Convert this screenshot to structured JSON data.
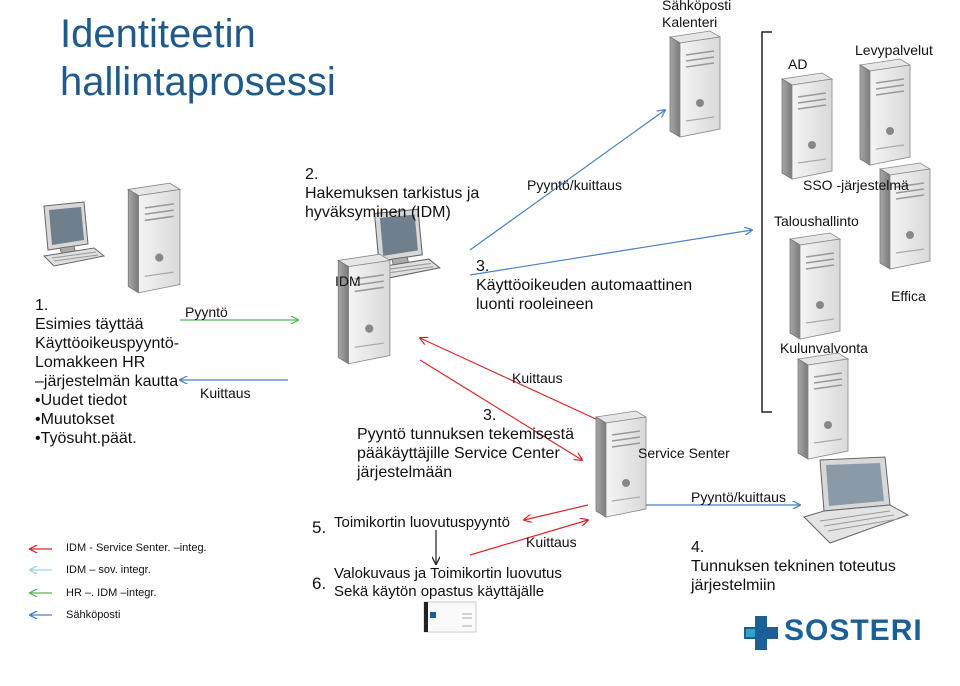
{
  "title": {
    "line1": "Identiteetin",
    "line2": "hallintaprosessi"
  },
  "top_right": {
    "email_line1": "Sähköposti",
    "email_line2": "Kalenteri",
    "ad": "AD",
    "levypalvelut": "Levypalvelut",
    "sso": "SSO -järjestelmä",
    "taloushallinto": "Taloushallinto",
    "effica": "Effica",
    "kulunvalvonta": "Kulunvalvonta"
  },
  "step1": {
    "number": "1.",
    "line1": "Esimies täyttää",
    "line2": "Käyttöoikeuspyyntö-",
    "line3": "Lomakkeen HR",
    "line4": "–järjestelmän kautta",
    "bullet1": "•Uudet tiedot",
    "bullet2": "•Muutokset",
    "bullet3": "•Työsuht.päät."
  },
  "pyynto": "Pyyntö",
  "kuittaus_left": "Kuittaus",
  "step2": {
    "number": "2.",
    "line1": "Hakemuksen tarkistus ja",
    "line2": "hyväksyminen (IDM)"
  },
  "pyynto_kuittaus_top": "Pyyntö/kuittaus",
  "idm": "IDM",
  "step3a": {
    "number": "3.",
    "line1": "Käyttöoikeuden automaattinen",
    "line2": "luonti rooleineen"
  },
  "kuittaus_mid": "Kuittaus",
  "step3b": {
    "number": "3.",
    "line1": "Pyyntö tunnuksen tekemisestä",
    "line2": "pääkäyttäjille Service Center",
    "line3": "järjestelmään"
  },
  "service_senter": "Service Senter",
  "pyynto_kuittaus_bottom": "Pyyntö/kuittaus",
  "legend": [
    {
      "label": "IDM - Service Senter. –integ.",
      "color": "#d6282b"
    },
    {
      "label": "IDM – sov. integr.",
      "color": "#9ed3e3"
    },
    {
      "label": "HR –. IDM –integr.",
      "color": "#5cb85c"
    },
    {
      "label": "Sähköposti",
      "color": "#4a7fc1"
    }
  ],
  "step5": {
    "number": "5.",
    "text": "Toimikortin luovutuspyyntö"
  },
  "kuittaus_bottom": "Kuittaus",
  "step6": {
    "number": "6.",
    "line1": "Valokuvaus ja Toimikortin luovutus",
    "line2": "Sekä käytön opastus käyttäjälle"
  },
  "step4": {
    "number": "4.",
    "line1": "Tunnuksen tekninen toteutus",
    "line2": "järjestelmiin"
  },
  "logo": {
    "text": "SOSTERI",
    "color": "#1a5f97"
  }
}
